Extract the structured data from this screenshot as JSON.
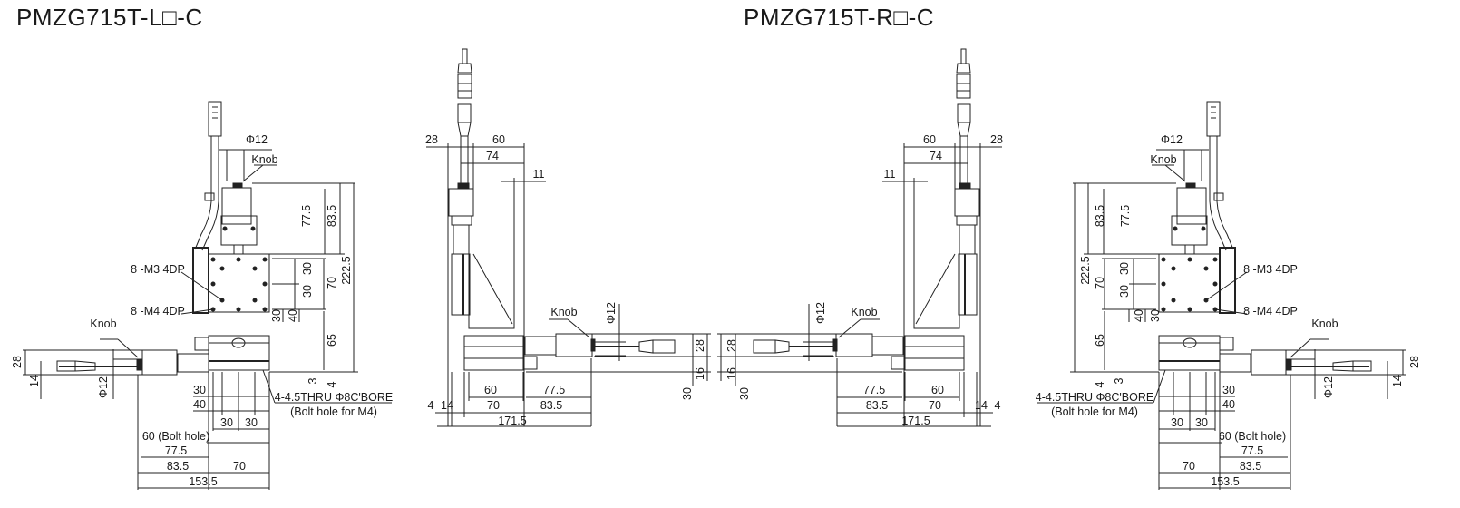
{
  "titles": {
    "left": "PMZG715T-L□-C",
    "right": "PMZG715T-R□-C"
  },
  "left": {
    "front": {
      "phi_top": "Φ12",
      "knob_top": "Knob",
      "d77_5": "77.5",
      "d83_5": "83.5",
      "d222_5": "222.5",
      "d30a": "30",
      "d70": "70",
      "d30b": "30",
      "m3": "8 -M3 4DP",
      "m4": "8 -M4 4DP",
      "d30c": "30",
      "d40": "40",
      "d65": "65",
      "d3": "3",
      "d4": "4",
      "bore": "4-4.5THRU Φ8C'BORE",
      "bore_note": "(Bolt hole for M4)",
      "knob_side": "Knob",
      "d28": "28",
      "d14": "14",
      "phi_side": "Φ12",
      "b30": "30",
      "b40": "40",
      "b30a": "30",
      "b30b": "30",
      "b60": "60 (Bolt hole)",
      "b77_5": "77.5",
      "b83_5": "83.5",
      "b70": "70",
      "b153_5": "153.5"
    },
    "side": {
      "d28": "28",
      "d60": "60",
      "d74": "74",
      "d11": "11",
      "knob": "Knob",
      "phi": "Φ12",
      "r28": "28",
      "r30": "30",
      "r16": "16",
      "b60": "60",
      "b77_5": "77.5",
      "b4": "4",
      "b14": "14",
      "b70": "70",
      "b83_5": "83.5",
      "b171_5": "171.5"
    }
  },
  "right": {
    "front": {
      "phi_top": "Φ12",
      "knob_top": "Knob",
      "d77_5": "77.5",
      "d83_5": "83.5",
      "d222_5": "222.5",
      "d30a": "30",
      "d70": "70",
      "d30b": "30",
      "m3": "8 -M3 4DP",
      "m4": "8 -M4 4DP",
      "d30c": "30",
      "d40": "40",
      "d65": "65",
      "d3": "3",
      "d4": "4",
      "bore": "4-4.5THRU Φ8C'BORE",
      "bore_note": "(Bolt hole for M4)",
      "knob_side": "Knob",
      "d28": "28",
      "d14": "14",
      "phi_side": "Φ12",
      "b30": "30",
      "b40": "40",
      "b30a": "30",
      "b30b": "30",
      "b60": "60 (Bolt hole)",
      "b77_5": "77.5",
      "b83_5": "83.5",
      "b70": "70",
      "b153_5": "153.5"
    },
    "side": {
      "d28": "28",
      "d60": "60",
      "d74": "74",
      "d11": "11",
      "knob": "Knob",
      "phi": "Φ12",
      "r28": "28",
      "r30": "30",
      "r16": "16",
      "b60": "60",
      "b77_5": "77.5",
      "b4": "4",
      "b14": "14",
      "b70": "70",
      "b83_5": "83.5",
      "b171_5": "171.5"
    }
  }
}
